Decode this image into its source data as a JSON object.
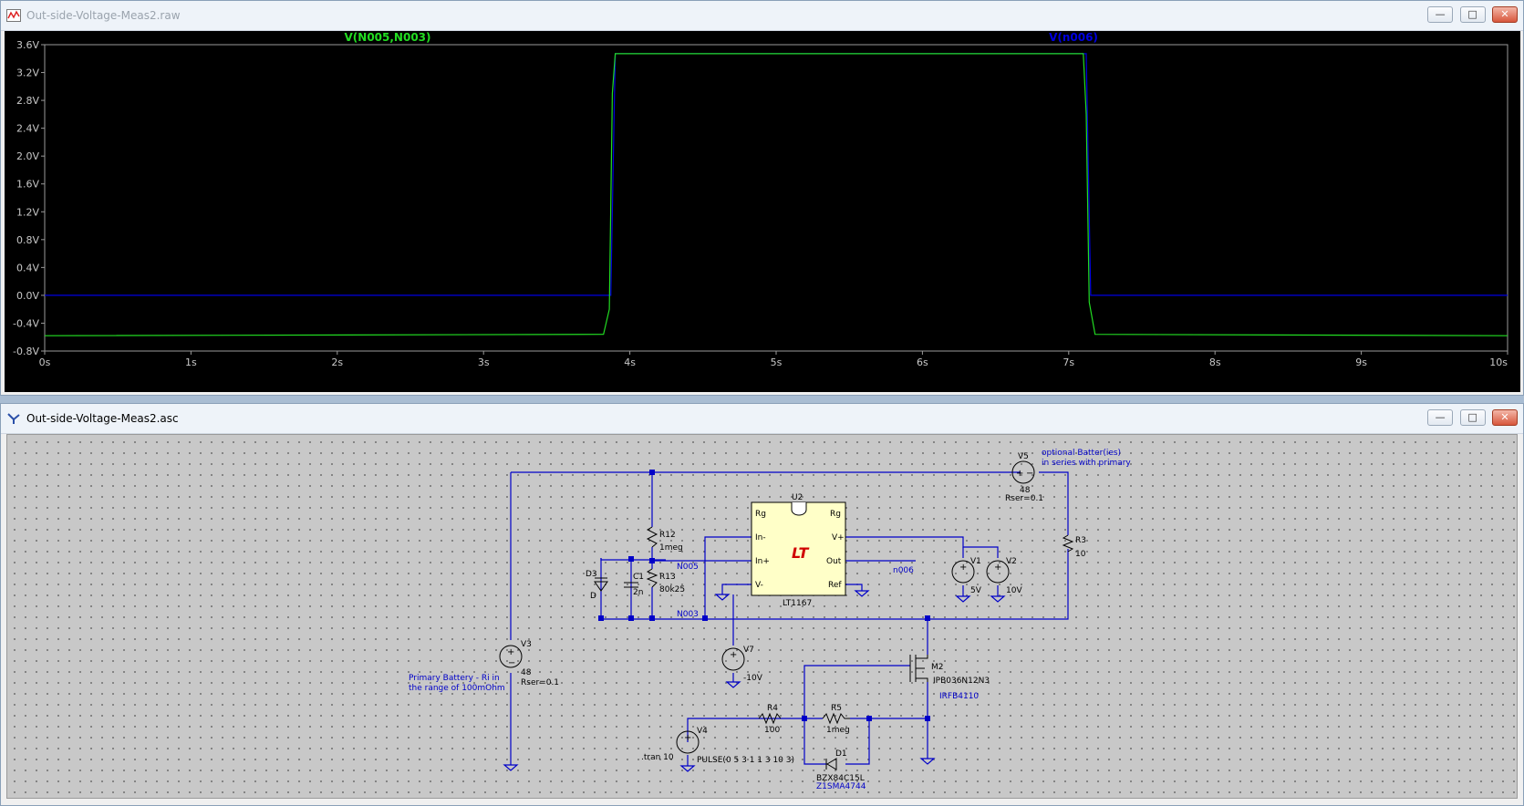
{
  "waveform_window": {
    "title": "Out-side-Voltage-Meas2.raw",
    "controls": {
      "minimize": "—",
      "restore": "□",
      "close": "✕"
    },
    "traces": [
      {
        "label": "V(N005,N003)",
        "color": "#22dd22"
      },
      {
        "label": "V(n006)",
        "color": "#0000e0"
      }
    ]
  },
  "chart_data": {
    "type": "line",
    "title": "",
    "xlabel": "",
    "ylabel": "",
    "xlim": [
      0,
      10
    ],
    "ylim": [
      -0.8,
      3.6
    ],
    "x_ticks": [
      "0s",
      "1s",
      "2s",
      "3s",
      "4s",
      "5s",
      "6s",
      "7s",
      "8s",
      "9s",
      "10s"
    ],
    "y_ticks": [
      "3.6V",
      "3.2V",
      "2.8V",
      "2.4V",
      "2.0V",
      "1.6V",
      "1.2V",
      "0.8V",
      "0.4V",
      "0.0V",
      "-0.4V",
      "-0.8V"
    ],
    "grid": false,
    "series": [
      {
        "name": "V(N005,N003)",
        "color": "#22dd22",
        "x": [
          0,
          3.82,
          3.86,
          3.88,
          3.9,
          7.1,
          7.12,
          7.14,
          7.18,
          10
        ],
        "y": [
          -0.58,
          -0.56,
          -0.2,
          2.9,
          3.47,
          3.47,
          2.6,
          -0.1,
          -0.56,
          -0.58
        ]
      },
      {
        "name": "V(n006)",
        "color": "#0000e0",
        "x": [
          0,
          3.87,
          3.9,
          7.12,
          7.15,
          10
        ],
        "y": [
          0,
          0,
          3.47,
          3.47,
          0,
          0
        ]
      }
    ]
  },
  "schematic_window": {
    "title": "Out-side-Voltage-Meas2.asc",
    "controls": {
      "minimize": "—",
      "restore": "□",
      "close": "✕"
    },
    "components": {
      "u2_name": "U2",
      "u2_part": "LT1167",
      "u2_logo": "LT",
      "u2_pins": {
        "rg_left": "Rg",
        "rg_right": "Rg",
        "in_minus": "In-",
        "in_plus": "In+",
        "v_minus": "V-",
        "v_plus": "V+",
        "out": "Out",
        "ref": "Ref"
      },
      "r12_name": "R12",
      "r12_value": "1meg",
      "r13_name": "R13",
      "r13_value": "80k25",
      "c1_name": "C1",
      "c1_value": "2n",
      "d3_name": "D3",
      "d3_value": "D",
      "r3_name": "R3",
      "r3_value": "10",
      "v5_name": "V5",
      "v5_value": "48",
      "v5_rser": "Rser=0.1",
      "v1_name": "V1",
      "v1_value": "5V",
      "v2_name": "V2",
      "v2_value": "10V",
      "v3_name": "V3",
      "v3_value": "48",
      "v3_rser": "Rser=0.1",
      "v7_name": "V7",
      "v7_value": "-10V",
      "m2_name": "M2",
      "m2_value": "IPB036N12N3",
      "m2_alt": "IRFB4110",
      "r4_name": "R4",
      "r4_value": "100",
      "r5_name": "R5",
      "r5_value": "1meg",
      "d1_name": "D1",
      "d1_value": "BZX84C15L",
      "d1_alt": "Z1SMA4744",
      "v4_name": "V4",
      "v4_value": "PULSE(0 5 3 1 1 3 10 3)"
    },
    "net_labels": {
      "n005": "N005",
      "n003": "N003",
      "n006": "n006"
    },
    "directive": ".tran 10",
    "comments": {
      "primary_line1": "Primary Battery - Ri in",
      "primary_line2": "the range of 100mOhm",
      "optional_line1": "optional Batter(ies)",
      "optional_line2": "in series with primary"
    }
  }
}
